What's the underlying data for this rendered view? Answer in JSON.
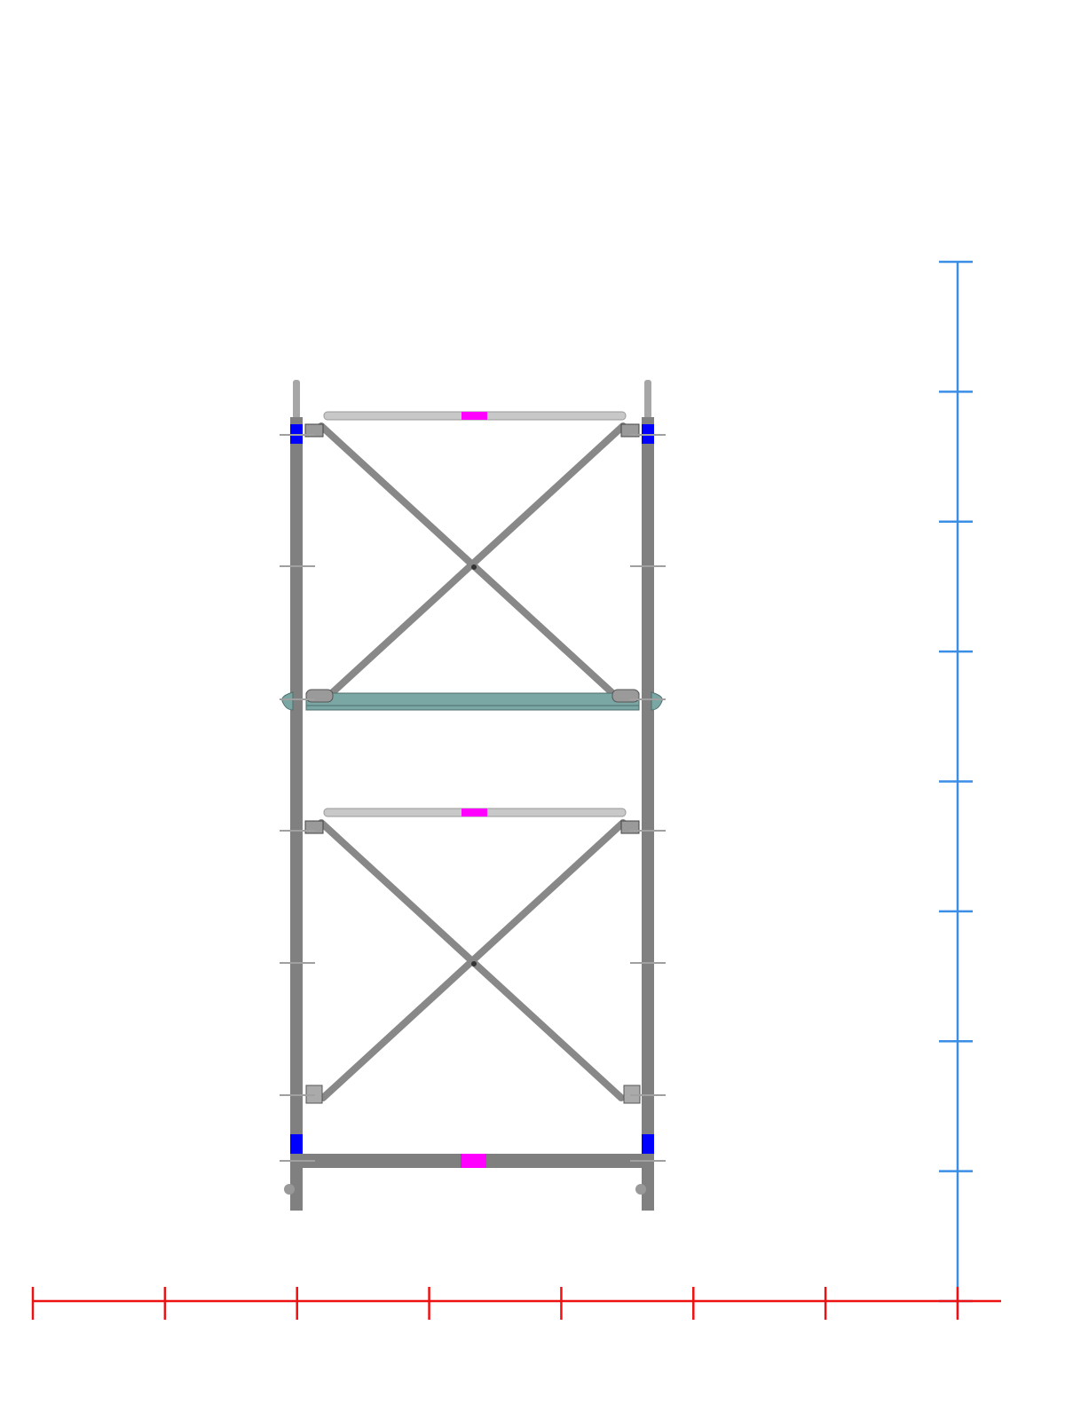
{
  "diagram": {
    "type": "scaffold-elevation",
    "colors": {
      "post": "#808080",
      "post_tip": "#a6a6a6",
      "brace": "#888888",
      "guardrail": "#c8c8c8",
      "marker_magenta": "#ff00ff",
      "marker_blue": "#0000ff",
      "platform": "#7aa6a3",
      "platform_edge": "#4f6f6d",
      "vertical_axis": "#3a8ee6",
      "horizontal_axis": "#ee1111"
    },
    "vertical_axis_tick_count": 9,
    "horizontal_axis_tick_count": 8
  }
}
